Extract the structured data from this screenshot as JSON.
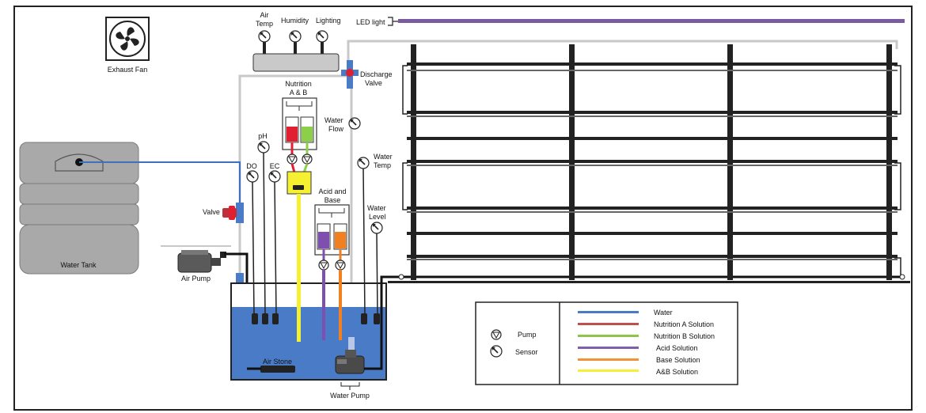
{
  "labels": {
    "exhaust_fan": "Exhaust Fan",
    "air_temp_line1": "Air",
    "air_temp_line2": "Temp",
    "humidity": "Humidity",
    "lighting": "Lighting",
    "led_light": "LED light",
    "discharge_line1": "Discharge",
    "discharge_line2": "Valve",
    "nutrition_line1": "Nutrition",
    "nutrition_line2": "A & B",
    "water_flow_line1": "Water",
    "water_flow_line2": "Flow",
    "ph": "pH",
    "do": "DO",
    "ec": "EC",
    "water_temp_line1": "Water",
    "water_temp_line2": "Temp",
    "acid_base_line1": "Acid and",
    "acid_base_line2": "Base",
    "water_level_line1": "Water",
    "water_level_line2": "Level",
    "valve": "Valve",
    "water_tank": "Water Tank",
    "air_pump": "Air Pump",
    "air_stone": "Air Stone",
    "water_pump": "Water Pump"
  },
  "legend": {
    "symbols": [
      {
        "icon": "pump-icon",
        "label": "Pump"
      },
      {
        "icon": "sensor-icon",
        "label": "Sensor"
      }
    ],
    "lines": [
      {
        "label": "Water",
        "color": "#4a7cc4"
      },
      {
        "label": "Nutrition A Solution",
        "color": "#c0504d"
      },
      {
        "label": "Nutrition B Solution",
        "color": "#8dc449"
      },
      {
        "label": "Acid Solution",
        "color": "#7f5fa8"
      },
      {
        "label": "Base Solution",
        "color": "#f0923a"
      },
      {
        "label": "A&B Solution",
        "color": "#f5ee3a"
      }
    ]
  },
  "colors": {
    "water": "#3f6fbf",
    "reservoir": "#4a7bc6",
    "nutrition_a": "#e02030",
    "nutrition_b": "#8cd04a",
    "acid": "#7f4fb0",
    "base": "#f08020",
    "ab_solution": "#f5f032",
    "led": "#7a5aa0",
    "frame": "#1a1a1a",
    "tank": "#a9a9a9",
    "pipe_gray": "#c8c8c8"
  }
}
